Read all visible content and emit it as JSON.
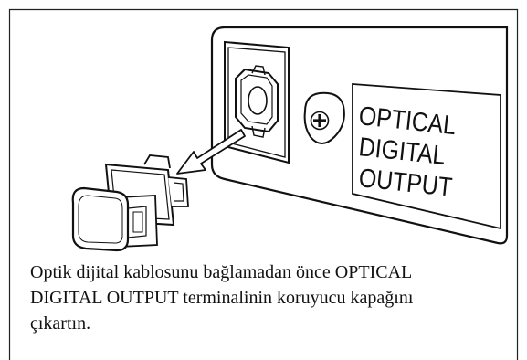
{
  "panel": {
    "label_lines": [
      "OPTICAL",
      "DIGITAL",
      "OUTPUT"
    ]
  },
  "caption": {
    "lines": [
      "Optik dijital kablosunu bağlamadan önce OPTICAL",
      "DIGITAL OUTPUT terminalinin koruyucu kapağını",
      "çıkartın."
    ]
  },
  "colors": {
    "ink": "#111111",
    "background": "#ffffff",
    "border": "#222222"
  },
  "icons": [
    "plus-screw-icon",
    "arrow-left-down-icon"
  ]
}
